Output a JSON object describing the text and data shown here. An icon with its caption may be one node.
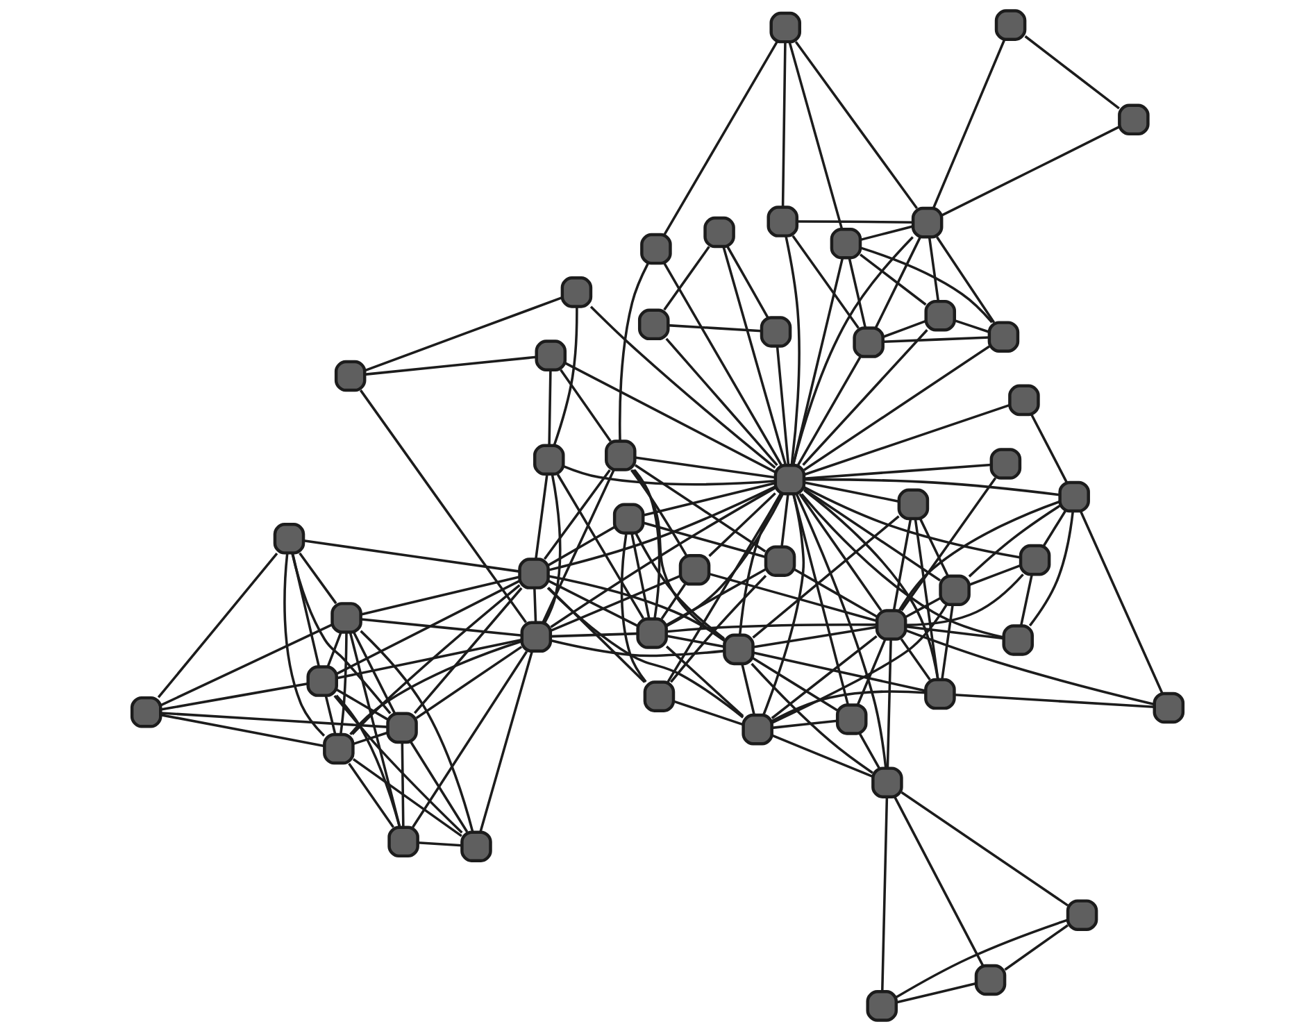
{
  "diagram": {
    "nodes": [
      {
        "text": [],
        "shape": "box"
      },
      {
        "text": [],
        "shape": "box"
      },
      {
        "text": [],
        "shape": "box"
      },
      {
        "text": [],
        "shape": "box"
      },
      {
        "text": [],
        "shape": "box"
      },
      {
        "text": [],
        "shape": "box"
      },
      {
        "text": [],
        "shape": "box"
      },
      {
        "text": [],
        "shape": "box"
      },
      {
        "text": [],
        "shape": "box"
      },
      {
        "text": [],
        "shape": "box"
      },
      {
        "text": [],
        "shape": "box"
      },
      {
        "text": [],
        "shape": "box"
      },
      {
        "text": [],
        "shape": "box"
      },
      {
        "text": [],
        "shape": "box"
      },
      {
        "text": [],
        "shape": "box"
      },
      {
        "text": [],
        "shape": "box"
      },
      {
        "text": [],
        "shape": "box"
      },
      {
        "text": [],
        "shape": "box"
      },
      {
        "text": [],
        "shape": "box"
      },
      {
        "text": [],
        "shape": "box"
      },
      {
        "text": [],
        "shape": "box"
      },
      {
        "text": [],
        "shape": "box"
      },
      {
        "text": [],
        "shape": "box"
      },
      {
        "text": [],
        "shape": "box"
      },
      {
        "text": [],
        "shape": "box"
      },
      {
        "text": [],
        "shape": "box"
      },
      {
        "text": [],
        "shape": "box"
      },
      {
        "text": [],
        "shape": "box"
      },
      {
        "text": [],
        "shape": "box"
      },
      {
        "text": [],
        "shape": "box"
      },
      {
        "text": [],
        "shape": "box"
      },
      {
        "text": [],
        "shape": "box"
      },
      {
        "text": [],
        "shape": "box"
      },
      {
        "text": [],
        "shape": "box"
      },
      {
        "text": [],
        "shape": "box"
      },
      {
        "text": [],
        "shape": "box"
      },
      {
        "text": [],
        "shape": "box"
      },
      {
        "text": [],
        "shape": "box"
      },
      {
        "text": [],
        "shape": "box"
      },
      {
        "text": [],
        "shape": "box"
      },
      {
        "text": [],
        "shape": "box"
      },
      {
        "text": [],
        "shape": "box"
      },
      {
        "text": [],
        "shape": "box"
      },
      {
        "text": [],
        "shape": "box"
      },
      {
        "text": [],
        "shape": "box"
      },
      {
        "text": [],
        "shape": "box"
      },
      {
        "text": [],
        "shape": "box"
      },
      {
        "text": [],
        "shape": "box"
      },
      {
        "text": [],
        "shape": "box"
      },
      {
        "text": [],
        "shape": "box"
      },
      {
        "text": [],
        "shape": "box"
      }
    ],
    "edges": [
      {
        "from": 0,
        "to": 1,
        "arrow": "none"
      },
      {
        "from": 1,
        "to": 2,
        "arrow": "none"
      },
      {
        "from": 0,
        "to": 2,
        "arrow": "none"
      },
      {
        "from": 1,
        "to": 3,
        "arrow": "none"
      },
      {
        "from": 0,
        "to": 3,
        "arrow": "none"
      },
      {
        "from": 2,
        "to": 3,
        "arrow": "none"
      },
      {
        "from": 3,
        "to": 5,
        "arrow": "none"
      },
      {
        "from": 3,
        "to": 20,
        "arrow": "none"
      },
      {
        "from": 3,
        "to": 30,
        "arrow": "none"
      },
      {
        "from": 3,
        "to": 7,
        "arrow": "none"
      },
      {
        "from": 3,
        "to": 12,
        "arrow": "none"
      },
      {
        "from": 4,
        "to": 11,
        "arrow": "none"
      },
      {
        "from": 4,
        "to": 23,
        "arrow": "none"
      },
      {
        "from": 4,
        "to": 27,
        "arrow": "none"
      },
      {
        "from": 4,
        "to": 8,
        "arrow": "none"
      },
      {
        "from": 4,
        "to": 15,
        "arrow": "none"
      },
      {
        "from": 4,
        "to": 25,
        "arrow": "none"
      },
      {
        "from": 8,
        "to": 11,
        "arrow": "none"
      },
      {
        "from": 8,
        "to": 15,
        "arrow": "none"
      },
      {
        "from": 8,
        "to": 23,
        "arrow": "none"
      },
      {
        "from": 8,
        "to": 27,
        "arrow": "none"
      },
      {
        "from": 8,
        "to": 25,
        "arrow": "none"
      },
      {
        "from": 18,
        "to": 11,
        "arrow": "none"
      },
      {
        "from": 18,
        "to": 15,
        "arrow": "none"
      },
      {
        "from": 18,
        "to": 23,
        "arrow": "none"
      },
      {
        "from": 18,
        "to": 27,
        "arrow": "none"
      },
      {
        "from": 18,
        "to": 29,
        "arrow": "none"
      },
      {
        "from": 18,
        "to": 17,
        "arrow": "none"
      },
      {
        "from": 29,
        "to": 11,
        "arrow": "none"
      },
      {
        "from": 29,
        "to": 15,
        "arrow": "none"
      },
      {
        "from": 29,
        "to": 23,
        "arrow": "none"
      },
      {
        "from": 29,
        "to": 27,
        "arrow": "none"
      },
      {
        "from": 11,
        "to": 17,
        "arrow": "none"
      },
      {
        "from": 11,
        "to": 25,
        "arrow": "none"
      },
      {
        "from": 11,
        "to": 15,
        "arrow": "none"
      },
      {
        "from": 11,
        "to": 23,
        "arrow": "none"
      },
      {
        "from": 11,
        "to": 27,
        "arrow": "none"
      },
      {
        "from": 15,
        "to": 23,
        "arrow": "none"
      },
      {
        "from": 15,
        "to": 27,
        "arrow": "none"
      },
      {
        "from": 15,
        "to": 17,
        "arrow": "none"
      },
      {
        "from": 15,
        "to": 25,
        "arrow": "none"
      },
      {
        "from": 23,
        "to": 27,
        "arrow": "none"
      },
      {
        "from": 23,
        "to": 17,
        "arrow": "none"
      },
      {
        "from": 23,
        "to": 25,
        "arrow": "none"
      },
      {
        "from": 27,
        "to": 25,
        "arrow": "none"
      },
      {
        "from": 27,
        "to": 17,
        "arrow": "none"
      },
      {
        "from": 17,
        "to": 25,
        "arrow": "none"
      },
      {
        "from": 17,
        "to": 35,
        "arrow": "none"
      },
      {
        "from": 17,
        "to": 7,
        "arrow": "none"
      },
      {
        "from": 17,
        "to": 12,
        "arrow": "none"
      },
      {
        "from": 17,
        "to": 13,
        "arrow": "none"
      },
      {
        "from": 17,
        "to": 6,
        "arrow": "none"
      },
      {
        "from": 17,
        "to": 21,
        "arrow": "none"
      },
      {
        "from": 17,
        "to": 30,
        "arrow": "none"
      },
      {
        "from": 17,
        "to": 34,
        "arrow": "none"
      },
      {
        "from": 25,
        "to": 30,
        "arrow": "none"
      },
      {
        "from": 25,
        "to": 21,
        "arrow": "none"
      },
      {
        "from": 25,
        "to": 34,
        "arrow": "none"
      },
      {
        "from": 25,
        "to": 35,
        "arrow": "none"
      },
      {
        "from": 25,
        "to": 41,
        "arrow": "none"
      },
      {
        "from": 25,
        "to": 32,
        "arrow": "none"
      },
      {
        "from": 25,
        "to": 12,
        "arrow": "none"
      },
      {
        "from": 6,
        "to": 7,
        "arrow": "none"
      },
      {
        "from": 6,
        "to": 13,
        "arrow": "none"
      },
      {
        "from": 6,
        "to": 26,
        "arrow": "none"
      },
      {
        "from": 6,
        "to": 30,
        "arrow": "none"
      },
      {
        "from": 13,
        "to": 12,
        "arrow": "none"
      },
      {
        "from": 13,
        "to": 26,
        "arrow": "none"
      },
      {
        "from": 13,
        "to": 21,
        "arrow": "none"
      },
      {
        "from": 13,
        "to": 30,
        "arrow": "none"
      },
      {
        "from": 7,
        "to": 5,
        "arrow": "none"
      },
      {
        "from": 7,
        "to": 9,
        "arrow": "none"
      },
      {
        "from": 7,
        "to": 12,
        "arrow": "none"
      },
      {
        "from": 7,
        "to": 30,
        "arrow": "none"
      },
      {
        "from": 7,
        "to": 20,
        "arrow": "none"
      },
      {
        "from": 7,
        "to": 22,
        "arrow": "none"
      },
      {
        "from": 7,
        "to": 21,
        "arrow": "none"
      },
      {
        "from": 12,
        "to": 30,
        "arrow": "none"
      },
      {
        "from": 12,
        "to": 20,
        "arrow": "none"
      },
      {
        "from": 12,
        "to": 14,
        "arrow": "none"
      },
      {
        "from": 12,
        "to": 5,
        "arrow": "none"
      },
      {
        "from": 12,
        "to": 21,
        "arrow": "none"
      },
      {
        "from": 12,
        "to": 34,
        "arrow": "none"
      },
      {
        "from": 5,
        "to": 30,
        "arrow": "none"
      },
      {
        "from": 5,
        "to": 20,
        "arrow": "none"
      },
      {
        "from": 9,
        "to": 10,
        "arrow": "none"
      },
      {
        "from": 9,
        "to": 14,
        "arrow": "none"
      },
      {
        "from": 9,
        "to": 20,
        "arrow": "none"
      },
      {
        "from": 9,
        "to": 22,
        "arrow": "none"
      },
      {
        "from": 9,
        "to": 30,
        "arrow": "none"
      },
      {
        "from": 9,
        "to": 12,
        "arrow": "none"
      },
      {
        "from": 10,
        "to": 20,
        "arrow": "none"
      },
      {
        "from": 10,
        "to": 19,
        "arrow": "none"
      },
      {
        "from": 14,
        "to": 22,
        "arrow": "none"
      },
      {
        "from": 14,
        "to": 30,
        "arrow": "none"
      },
      {
        "from": 14,
        "to": 20,
        "arrow": "none"
      },
      {
        "from": 16,
        "to": 19,
        "arrow": "none"
      },
      {
        "from": 16,
        "to": 28,
        "arrow": "none"
      },
      {
        "from": 16,
        "to": 30,
        "arrow": "none"
      },
      {
        "from": 16,
        "to": 20,
        "arrow": "none"
      },
      {
        "from": 16,
        "to": 22,
        "arrow": "none"
      },
      {
        "from": 19,
        "to": 20,
        "arrow": "none"
      },
      {
        "from": 19,
        "to": 30,
        "arrow": "none"
      },
      {
        "from": 19,
        "to": 28,
        "arrow": "none"
      },
      {
        "from": 19,
        "to": 33,
        "arrow": "none"
      },
      {
        "from": 19,
        "to": 22,
        "arrow": "none"
      },
      {
        "from": 22,
        "to": 20,
        "arrow": "none"
      },
      {
        "from": 22,
        "to": 30,
        "arrow": "none"
      },
      {
        "from": 24,
        "to": 20,
        "arrow": "none"
      },
      {
        "from": 24,
        "to": 30,
        "arrow": "none"
      },
      {
        "from": 28,
        "to": 30,
        "arrow": "none"
      },
      {
        "from": 28,
        "to": 20,
        "arrow": "none"
      },
      {
        "from": 20,
        "to": 30,
        "arrow": "none"
      },
      {
        "from": 20,
        "to": 21,
        "arrow": "none"
      },
      {
        "from": 20,
        "to": 32,
        "arrow": "none"
      },
      {
        "from": 20,
        "to": 26,
        "arrow": "none"
      },
      {
        "from": 21,
        "to": 30,
        "arrow": "none"
      },
      {
        "from": 21,
        "to": 26,
        "arrow": "none"
      },
      {
        "from": 21,
        "to": 32,
        "arrow": "none"
      },
      {
        "from": 21,
        "to": 35,
        "arrow": "none"
      },
      {
        "from": 21,
        "to": 34,
        "arrow": "none"
      },
      {
        "from": 26,
        "to": 30,
        "arrow": "none"
      },
      {
        "from": 26,
        "to": 34,
        "arrow": "none"
      },
      {
        "from": 30,
        "to": 31,
        "arrow": "none"
      },
      {
        "from": 30,
        "to": 33,
        "arrow": "none"
      },
      {
        "from": 30,
        "to": 37,
        "arrow": "none"
      },
      {
        "from": 30,
        "to": 42,
        "arrow": "none"
      },
      {
        "from": 30,
        "to": 36,
        "arrow": "none"
      },
      {
        "from": 30,
        "to": 39,
        "arrow": "none"
      },
      {
        "from": 30,
        "to": 44,
        "arrow": "none"
      },
      {
        "from": 30,
        "to": 48,
        "arrow": "none"
      },
      {
        "from": 30,
        "to": 43,
        "arrow": "none"
      },
      {
        "from": 30,
        "to": 46,
        "arrow": "none"
      },
      {
        "from": 30,
        "to": 47,
        "arrow": "none"
      },
      {
        "from": 30,
        "to": 32,
        "arrow": "none"
      },
      {
        "from": 30,
        "to": 34,
        "arrow": "none"
      },
      {
        "from": 30,
        "to": 35,
        "arrow": "none"
      },
      {
        "from": 30,
        "to": 38,
        "arrow": "none"
      },
      {
        "from": 30,
        "to": 40,
        "arrow": "none"
      },
      {
        "from": 31,
        "to": 37,
        "arrow": "none"
      },
      {
        "from": 31,
        "to": 42,
        "arrow": "none"
      },
      {
        "from": 37,
        "to": 42,
        "arrow": "none"
      },
      {
        "from": 32,
        "to": 34,
        "arrow": "none"
      },
      {
        "from": 34,
        "to": 38,
        "arrow": "none"
      },
      {
        "from": 35,
        "to": 38,
        "arrow": "none"
      },
      {
        "from": 35,
        "to": 40,
        "arrow": "none"
      },
      {
        "from": 38,
        "to": 41,
        "arrow": "none"
      },
      {
        "from": 40,
        "to": 41,
        "arrow": "none"
      },
      {
        "from": 36,
        "to": 45,
        "arrow": "none"
      },
      {
        "from": 36,
        "to": 34,
        "arrow": "none"
      },
      {
        "from": 39,
        "to": 43,
        "arrow": "none"
      },
      {
        "from": 39,
        "to": 45,
        "arrow": "none"
      },
      {
        "from": 39,
        "to": 48,
        "arrow": "none"
      },
      {
        "from": 44,
        "to": 43,
        "arrow": "none"
      },
      {
        "from": 44,
        "to": 45,
        "arrow": "none"
      },
      {
        "from": 44,
        "to": 48,
        "arrow": "none"
      },
      {
        "from": 44,
        "to": 46,
        "arrow": "none"
      },
      {
        "from": 44,
        "to": 47,
        "arrow": "none"
      },
      {
        "from": 43,
        "to": 48,
        "arrow": "none"
      },
      {
        "from": 43,
        "to": 46,
        "arrow": "none"
      },
      {
        "from": 43,
        "to": 47,
        "arrow": "none"
      },
      {
        "from": 45,
        "to": 48,
        "arrow": "none"
      },
      {
        "from": 48,
        "to": 46,
        "arrow": "none"
      },
      {
        "from": 48,
        "to": 47,
        "arrow": "none"
      },
      {
        "from": 48,
        "to": 49,
        "arrow": "none"
      },
      {
        "from": 48,
        "to": 50,
        "arrow": "none"
      },
      {
        "from": 49,
        "to": 50,
        "arrow": "none"
      },
      {
        "from": 46,
        "to": 47,
        "arrow": "none"
      }
    ]
  }
}
